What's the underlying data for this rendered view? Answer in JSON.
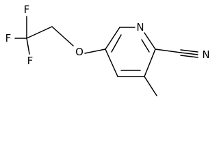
{
  "molecule": {
    "atoms": {
      "F_top": "F",
      "F_left": "F",
      "F_bottom": "F",
      "O": "O",
      "N_ring": "N",
      "N_nitrile": "N"
    }
  }
}
